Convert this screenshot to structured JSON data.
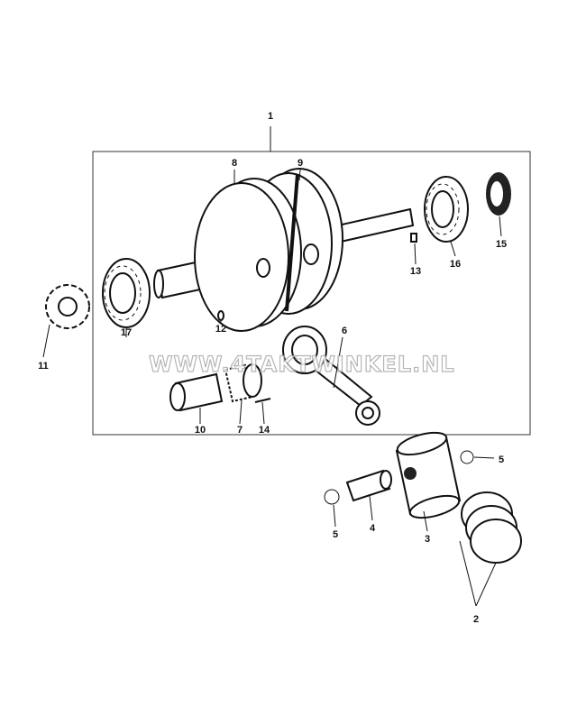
{
  "diagram": {
    "labels": [
      "1",
      "2",
      "3",
      "4",
      "5",
      "5",
      "6",
      "7",
      "8",
      "9",
      "10",
      "11",
      "12",
      "13",
      "14",
      "15",
      "16",
      "17"
    ],
    "watermark": "WWW.4TAKTWINKEL.NL"
  }
}
